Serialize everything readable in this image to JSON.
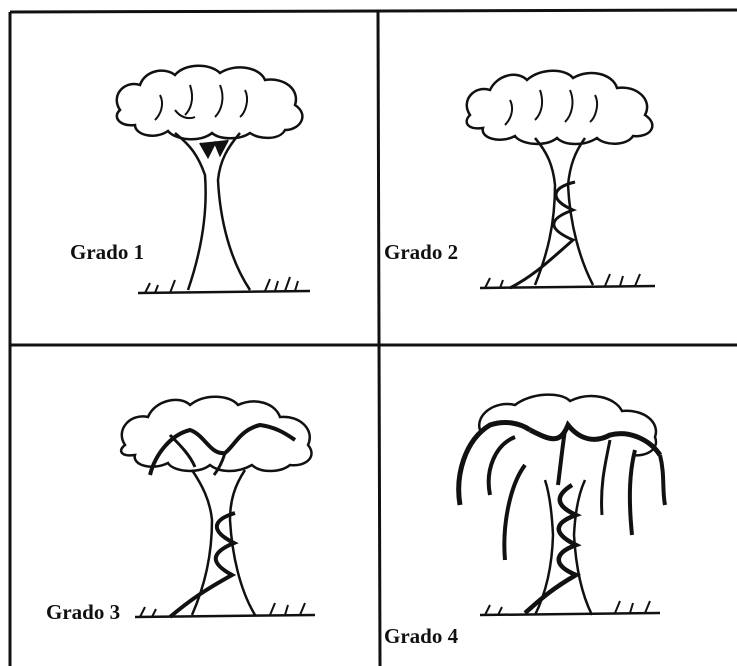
{
  "panels": [
    {
      "label": "Grado 1"
    },
    {
      "label": "Grado 2"
    },
    {
      "label": "Grado 3"
    },
    {
      "label": "Grado 4"
    }
  ],
  "colors": {
    "ink": "#111111",
    "background": "#ffffff"
  }
}
